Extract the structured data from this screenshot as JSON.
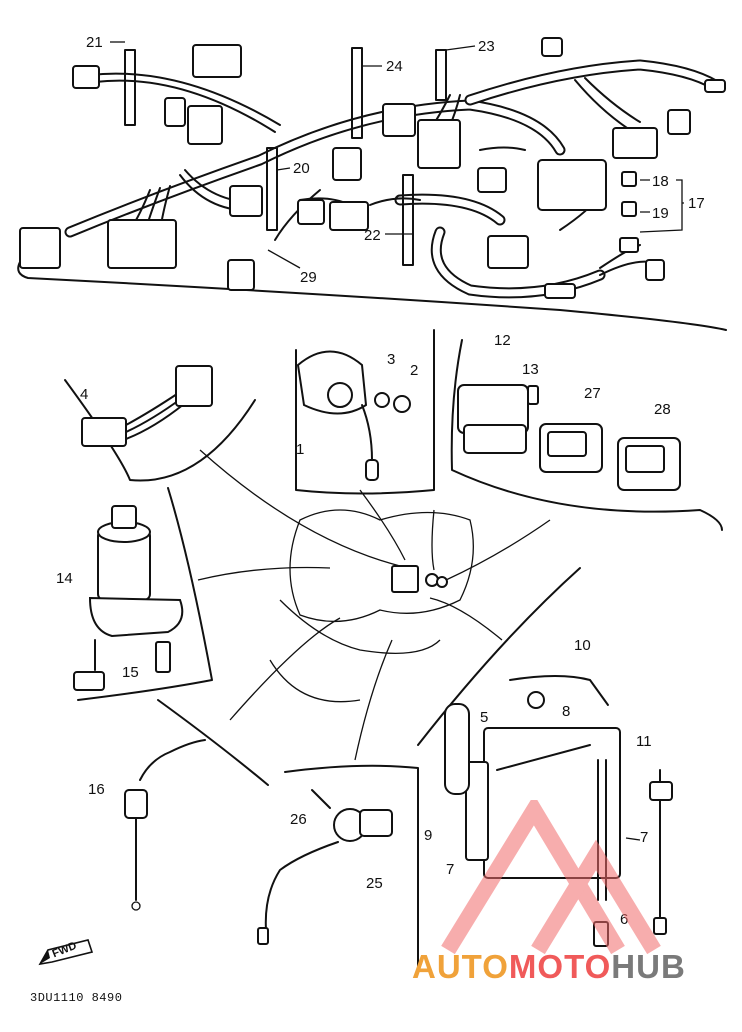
{
  "diagram": {
    "code": "3DU1110 8490",
    "fwd_label": "FWD",
    "labels": [
      {
        "id": "21",
        "text": "21"
      },
      {
        "id": "24",
        "text": "24"
      },
      {
        "id": "23",
        "text": "23"
      },
      {
        "id": "20",
        "text": "20"
      },
      {
        "id": "18",
        "text": "18"
      },
      {
        "id": "17",
        "text": "17"
      },
      {
        "id": "19",
        "text": "19"
      },
      {
        "id": "22",
        "text": "22"
      },
      {
        "id": "29",
        "text": "29"
      },
      {
        "id": "12",
        "text": "12"
      },
      {
        "id": "13",
        "text": "13"
      },
      {
        "id": "27",
        "text": "27"
      },
      {
        "id": "28",
        "text": "28"
      },
      {
        "id": "4",
        "text": "4"
      },
      {
        "id": "3",
        "text": "3"
      },
      {
        "id": "2",
        "text": "2"
      },
      {
        "id": "1",
        "text": "1"
      },
      {
        "id": "14",
        "text": "14"
      },
      {
        "id": "15",
        "text": "15"
      },
      {
        "id": "10",
        "text": "10"
      },
      {
        "id": "5",
        "text": "5"
      },
      {
        "id": "8",
        "text": "8"
      },
      {
        "id": "11",
        "text": "11"
      },
      {
        "id": "16",
        "text": "16"
      },
      {
        "id": "26",
        "text": "26"
      },
      {
        "id": "25",
        "text": "25"
      },
      {
        "id": "9",
        "text": "9"
      },
      {
        "id": "7a",
        "text": "7"
      },
      {
        "id": "7b",
        "text": "7"
      },
      {
        "id": "6",
        "text": "6"
      }
    ]
  },
  "watermark": {
    "parts": [
      {
        "text": "AUTO",
        "color": "#f0a23a"
      },
      {
        "text": "MOTO",
        "color": "#f05a5a"
      },
      {
        "text": "HUB",
        "color": "#7a7a7a"
      }
    ],
    "logo_color": "#f26b6b"
  }
}
